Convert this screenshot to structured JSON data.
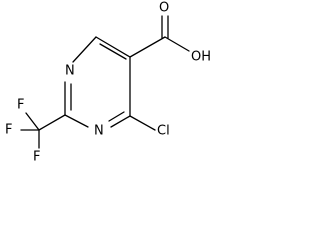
{
  "structure": {
    "atoms": {
      "ring_n_top": "N",
      "ring_n_bottom": "N",
      "carbonyl_o": "O",
      "hydroxyl": "OH",
      "chlorine": "Cl",
      "fluorine_top": "F",
      "fluorine_left": "F",
      "fluorine_bottom": "F"
    }
  }
}
